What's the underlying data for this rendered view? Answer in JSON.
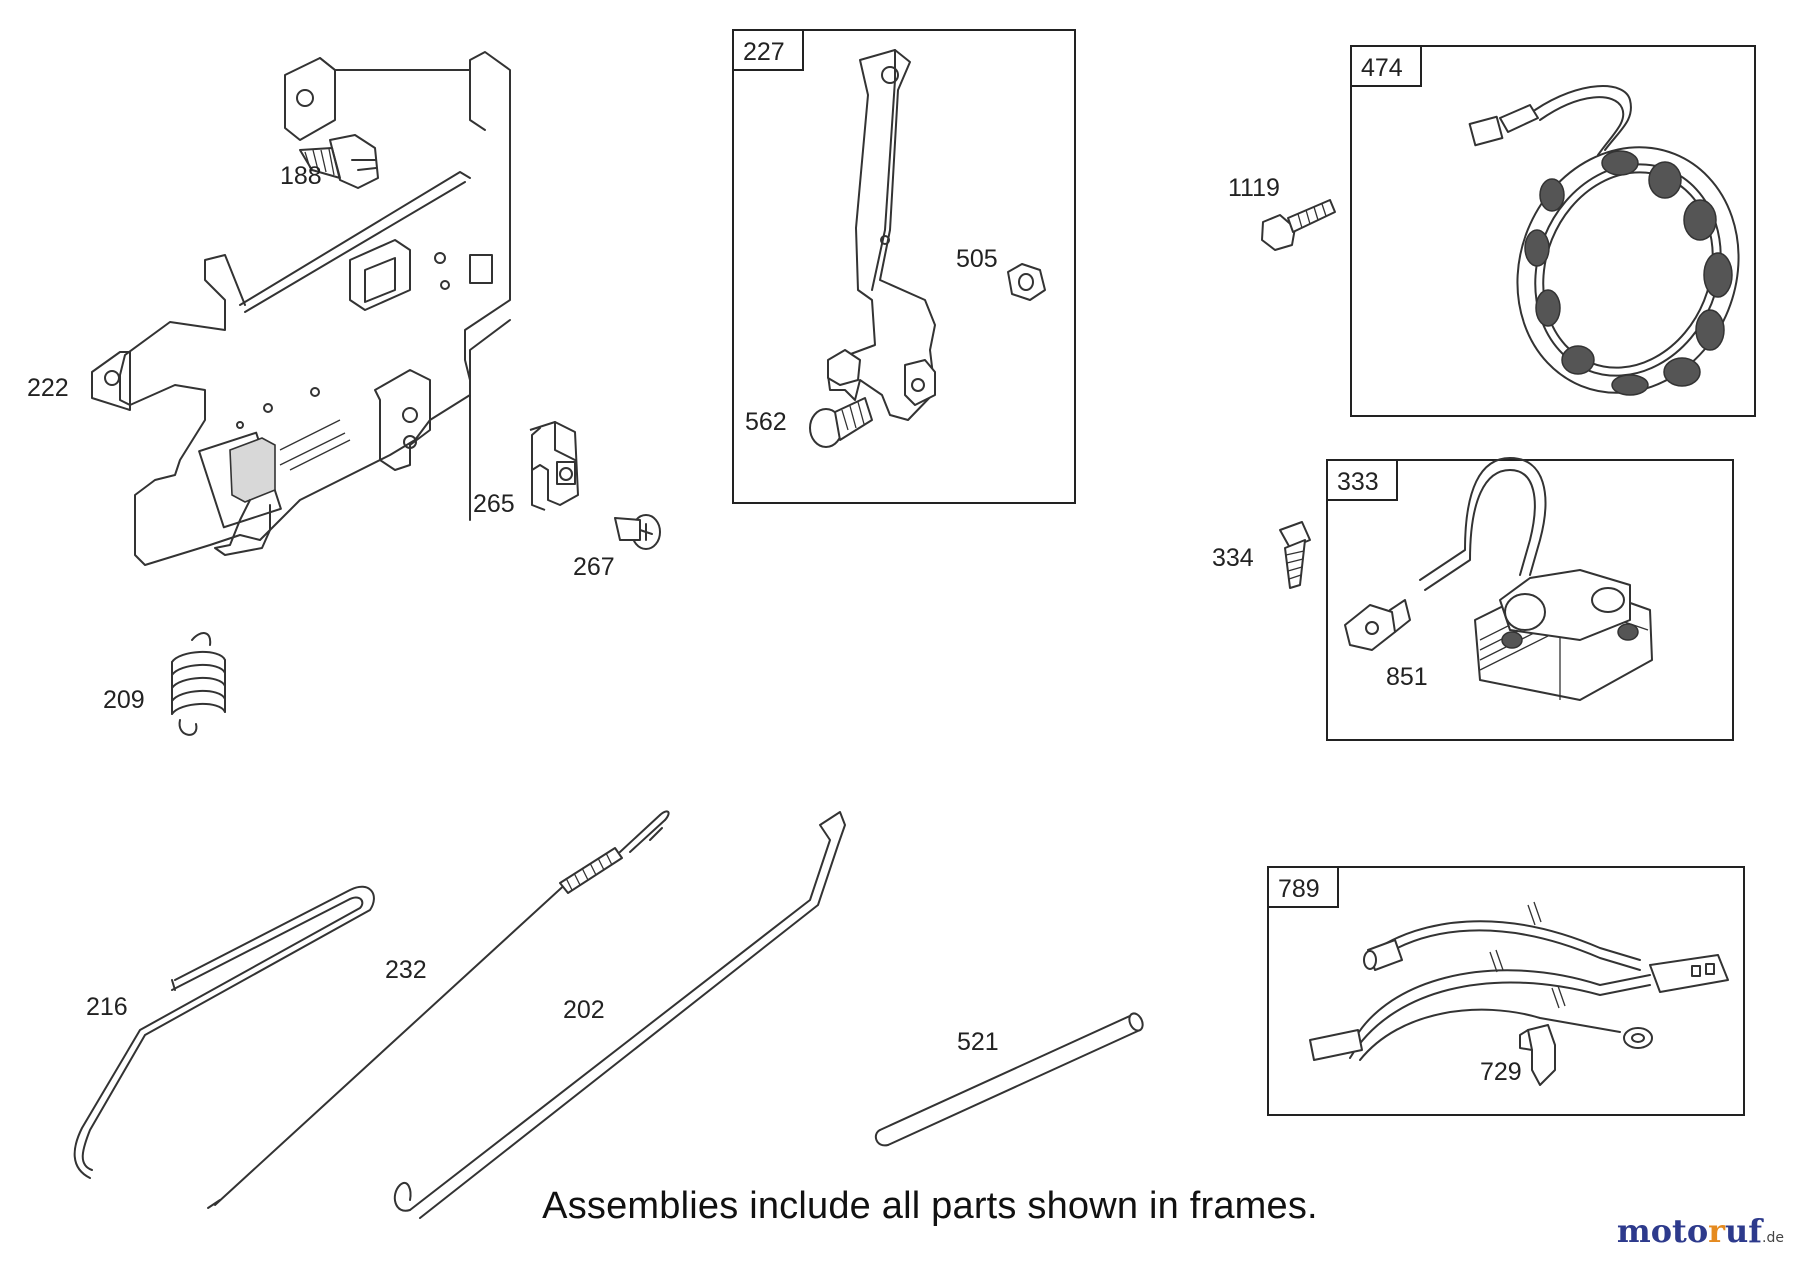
{
  "callouts": {
    "p188": "188",
    "p222": "222",
    "p265": "265",
    "p267": "267",
    "p209": "209",
    "p227": "227",
    "p505": "505",
    "p562": "562",
    "p474": "474",
    "p1119": "1119",
    "p333": "333",
    "p334": "334",
    "p851": "851",
    "p216": "216",
    "p232": "232",
    "p202": "202",
    "p521": "521",
    "p789": "789",
    "p729": "729"
  },
  "caption": "Assemblies include all parts shown in frames.",
  "logo": {
    "part1": "moto",
    "part2": "r",
    "part3": "uf",
    "suffix": ".de"
  }
}
